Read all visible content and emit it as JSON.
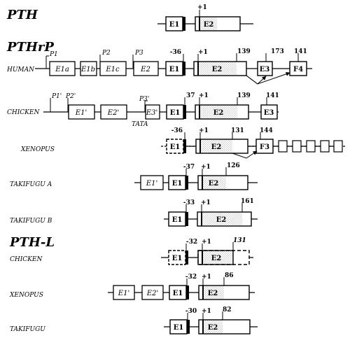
{
  "families": {
    "pth": "PTH",
    "pthrp": "PTHrP",
    "pthl": "PTH-L"
  },
  "species": {
    "human": "HUMAN",
    "chicken": "CHICKEN",
    "xenopus": "XENOPUS",
    "takifugu_a": "TAKIFUGU A",
    "takifugu_b": "TAKIFUGU B",
    "pthl_chicken": "CHICKEN",
    "pthl_xenopus": "XENOPUS",
    "pthl_takifugu": "TAKIFUGU"
  },
  "exons": {
    "e1": "E1",
    "e2": "E2",
    "e3": "E3",
    "f3": "F3",
    "f4": "F4",
    "e1a": "E1a",
    "e1b": "E1b",
    "e1c": "E1c",
    "e1p": "E1'",
    "e2p": "E2'",
    "e3p": "E3'"
  },
  "promoters": {
    "p1": "P1",
    "p2": "P2",
    "p3": "P3",
    "p1p": "P1'",
    "p2p": "P2'",
    "p3p": "P3'",
    "tata": "TATA"
  },
  "positions": {
    "plus1": "+1",
    "m36": "-36",
    "m37": "-37",
    "m33": "-33",
    "m32": "-32",
    "m30": "-30",
    "n37": "37",
    "n139": "139",
    "n173": "173",
    "n141": "141",
    "n131": "131",
    "n144": "144",
    "n126": "126",
    "n161": "161",
    "n86": "86",
    "n82": "82"
  }
}
